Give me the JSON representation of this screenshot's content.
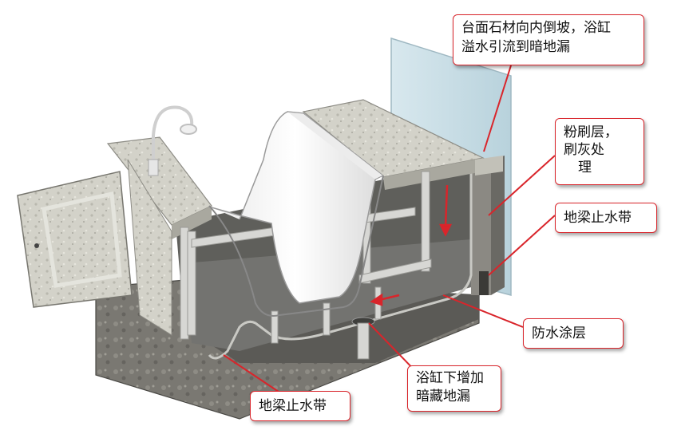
{
  "labels": {
    "countertop_slope": [
      "台面石材向内倒坡，浴缸",
      "溢水引流到暗地漏"
    ],
    "plaster_layer": [
      "粉刷层，",
      "刷灰处",
      "理"
    ],
    "ground_beam_right": "地梁止水带",
    "waterproof_coating": "防水涂层",
    "hidden_drain": [
      "浴缸下增加",
      "暗藏地漏"
    ],
    "ground_beam_left": "地梁止水带"
  },
  "colors": {
    "callout_border": "#d9252b",
    "leader_line": "#d9252b",
    "stone": "#cfcfc6",
    "floor_dark": "#6e6e6a",
    "bathtub": "#f4f4f4",
    "glass": "#c9dde6"
  }
}
